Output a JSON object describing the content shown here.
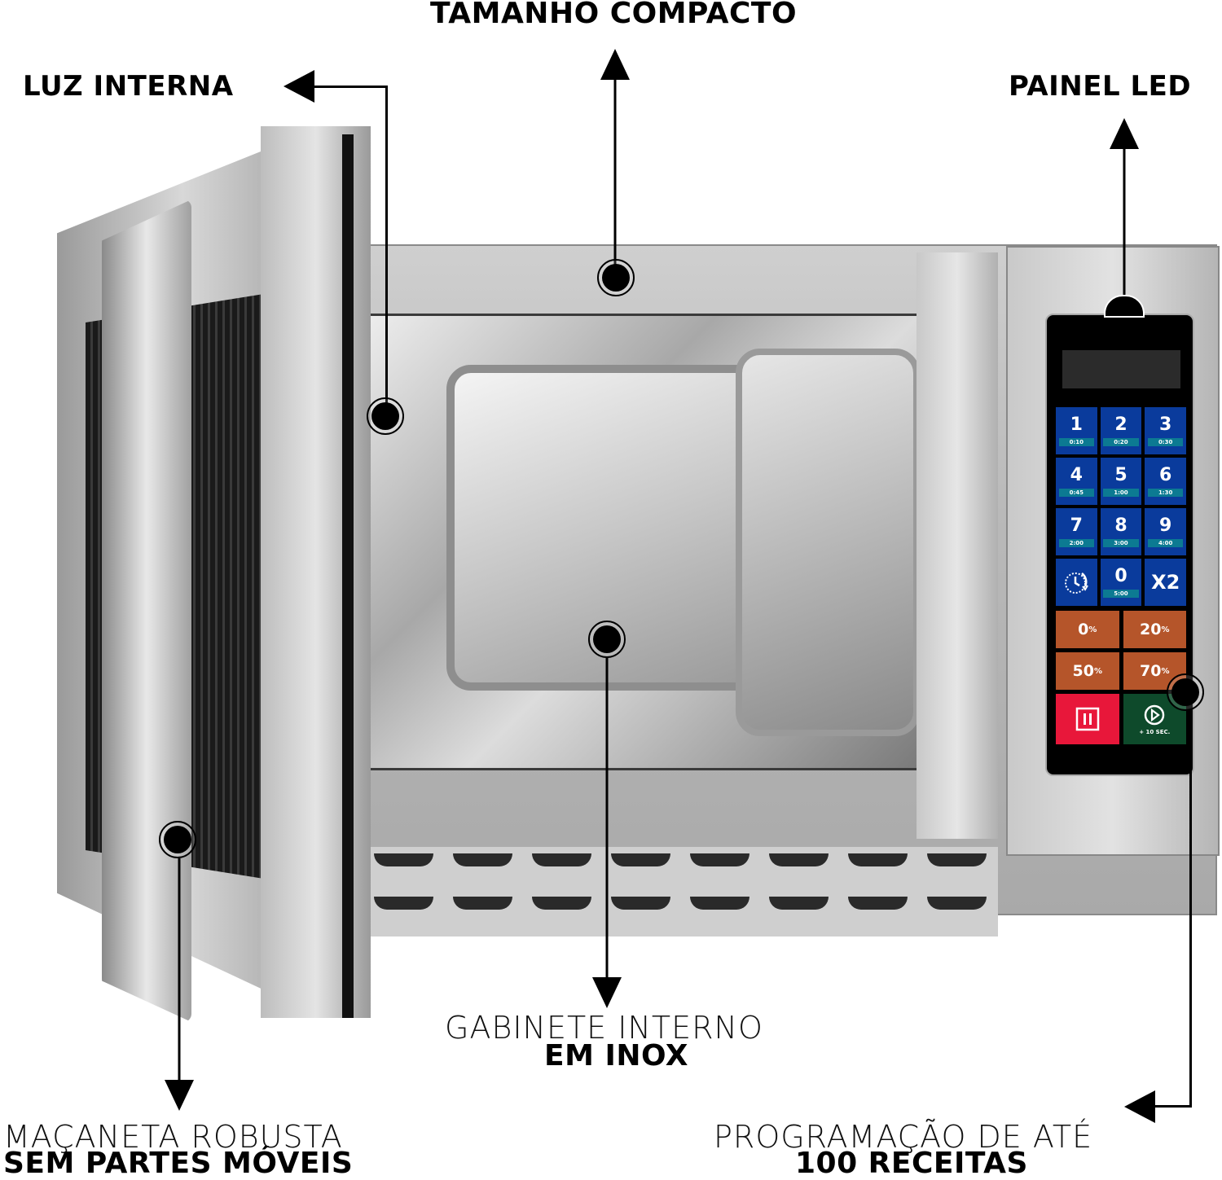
{
  "callouts": {
    "top_center": {
      "text": "TAMANHO COMPACTO"
    },
    "top_left": {
      "text": "LUZ INTERNA"
    },
    "top_right": {
      "text": "PAINEL LED"
    },
    "bottom_center": {
      "line1": "GABINETE INTERNO",
      "line2": "EM INOX"
    },
    "bottom_left": {
      "line1": "MAÇANETA ROBUSTA",
      "line2": "SEM PARTES MÓVEIS"
    },
    "bottom_right": {
      "line1": "PROGRAMAÇÃO DE ATÉ",
      "line2": "100 RECEITAS"
    }
  },
  "control_panel": {
    "number_keys": [
      {
        "num": "1",
        "time": "0:10"
      },
      {
        "num": "2",
        "time": "0:20"
      },
      {
        "num": "3",
        "time": "0:30"
      },
      {
        "num": "4",
        "time": "0:45"
      },
      {
        "num": "5",
        "time": "1:00"
      },
      {
        "num": "6",
        "time": "1:30"
      },
      {
        "num": "7",
        "time": "2:00"
      },
      {
        "num": "8",
        "time": "3:00"
      },
      {
        "num": "9",
        "time": "4:00"
      }
    ],
    "row4": {
      "timer_icon": "clock-timer-icon",
      "zero": {
        "num": "0",
        "time": "5:00"
      },
      "x2": "X2"
    },
    "power_keys": [
      {
        "value": "0",
        "unit": "%"
      },
      {
        "value": "20",
        "unit": "%"
      },
      {
        "value": "50",
        "unit": "%"
      },
      {
        "value": "70",
        "unit": "%"
      }
    ],
    "stop_icon": "pause-stop-icon",
    "start_icon": "play-icon",
    "start_label": "+ 10 SEC.",
    "colors": {
      "number_key": "#0a3b9c",
      "time_strip": "#0c7a92",
      "power_key": "#b5552a",
      "stop_key": "#e8173a",
      "start_key": "#0e4a2b"
    }
  }
}
